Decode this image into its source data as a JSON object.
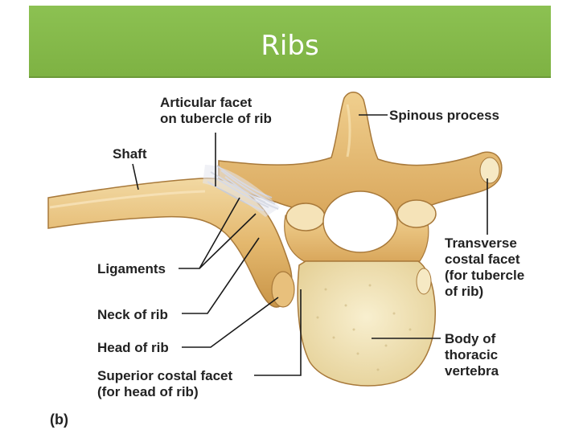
{
  "slide": {
    "title": "Ribs",
    "accent_color": "#8cc152"
  },
  "figure": {
    "panel": "(b)",
    "labels": {
      "articular_facet": "Articular facet\non tubercle of rib",
      "spinous_process": "Spinous process",
      "shaft": "Shaft",
      "transverse_costal_facet": "Transverse\ncostal facet\n(for tubercle\nof rib)",
      "ligaments": "Ligaments",
      "neck_of_rib": "Neck of rib",
      "head_of_rib": "Head of rib",
      "body_of_vertebra": "Body of\nthoracic\nvertebra",
      "superior_costal_facet": "Superior costal facet\n(for head of rib)"
    },
    "colors": {
      "bone": "#e4b86e",
      "bone_edge": "#a8793a",
      "vertebral_body": "#f3e6b8",
      "ligament": "#d8dce8",
      "leader_line": "#1a1a1a"
    }
  }
}
